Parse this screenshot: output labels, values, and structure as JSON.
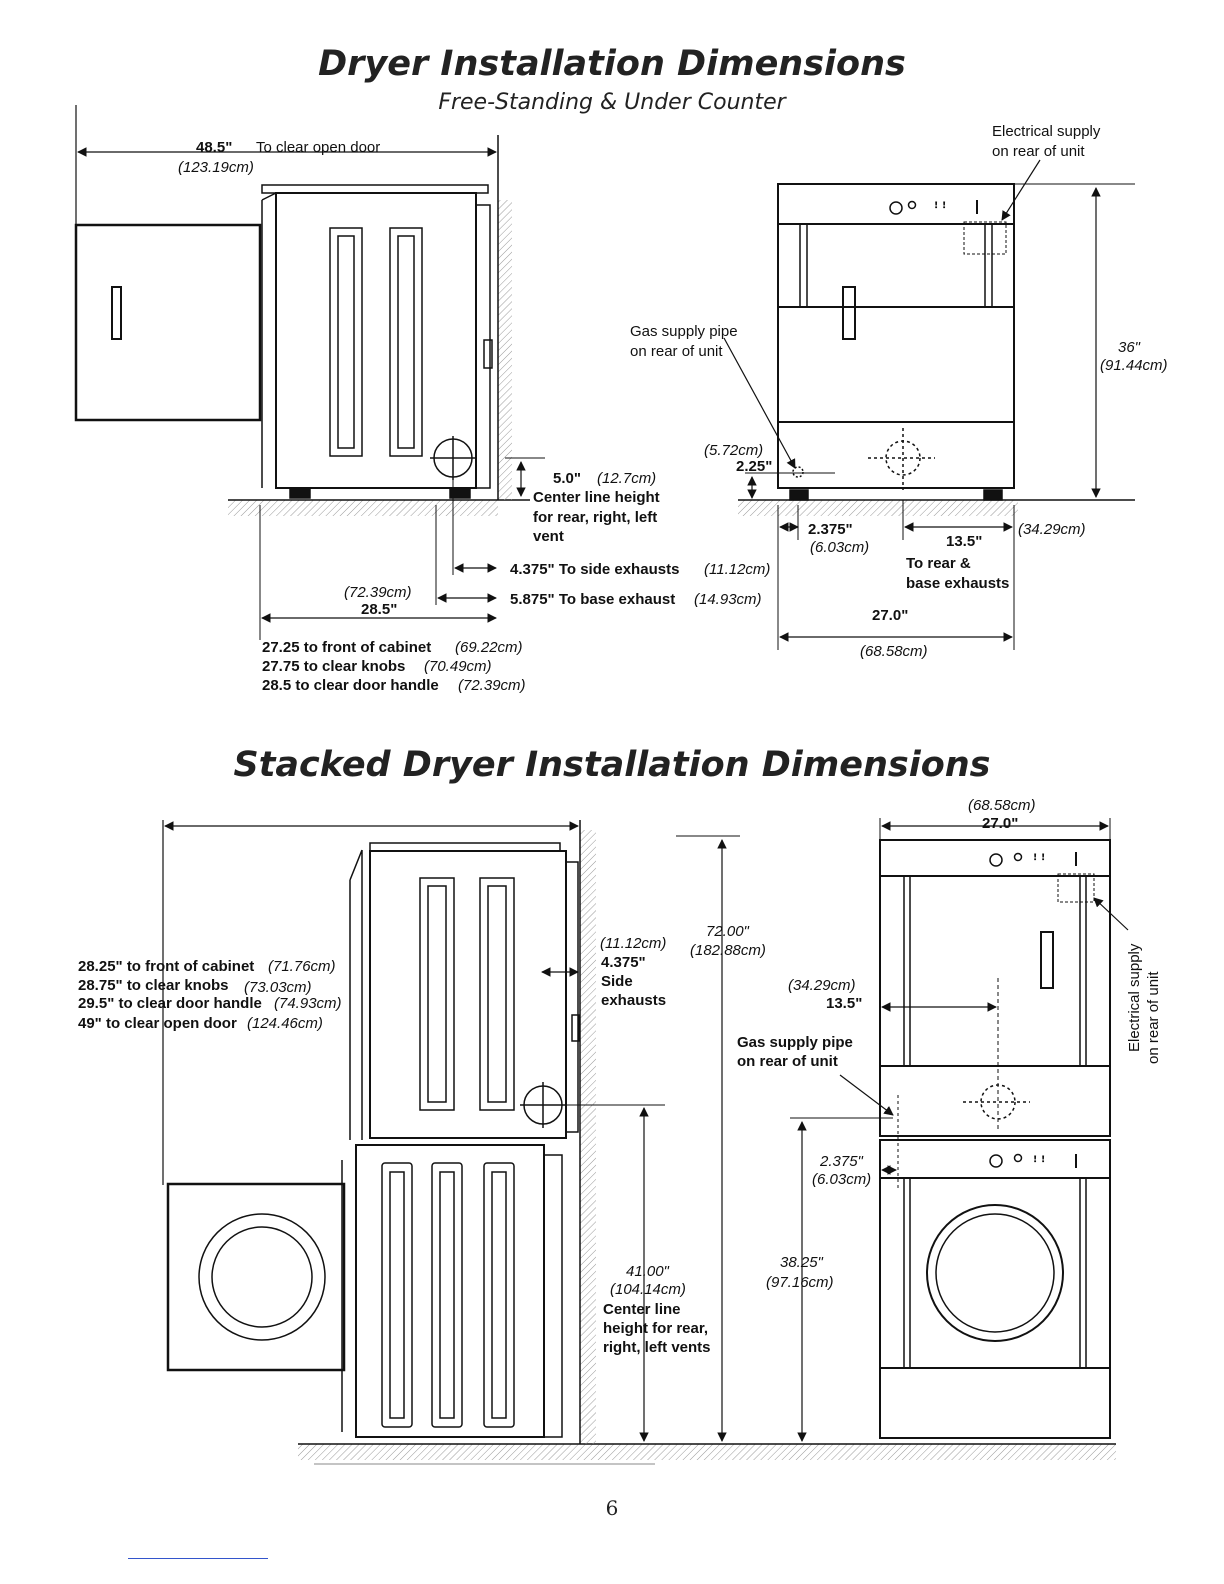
{
  "page": {
    "title1": "Dryer Installation Dimensions",
    "subtitle1": "Free-Standing & Under Counter",
    "title2": "Stacked Dryer Installation Dimensions",
    "page_number": "6"
  },
  "freestanding_side": {
    "open_door_in": "48.5\"",
    "open_door_text": "To clear open door",
    "open_door_cm": "(123.19cm)",
    "vent_height_in": "5.0\"",
    "vent_height_cm": "(12.7cm)",
    "vent_note1": "Center line height",
    "vent_note2": "for rear, right, left",
    "vent_note3": "vent",
    "side_exhaust": "4.375\" To side exhausts",
    "side_exhaust_cm": "(11.12cm)",
    "base_exhaust": "5.875\" To base exhaust",
    "base_exhaust_cm": "(14.93cm)",
    "depth_cm": "(72.39cm)",
    "depth_in": "28.5\"",
    "notes": [
      {
        "text": "27.25 to front of cabinet",
        "cm": "(69.22cm)"
      },
      {
        "text": "27.75 to clear knobs",
        "cm": "(70.49cm)"
      },
      {
        "text": "28.5 to clear door handle",
        "cm": "(72.39cm)"
      }
    ]
  },
  "freestanding_front": {
    "elec1": "Electrical supply",
    "elec2": "on rear of unit",
    "gas1": "Gas supply pipe",
    "gas2": "on rear of unit",
    "height_in": "36\"",
    "height_cm": "(91.44cm)",
    "gas_h_cm": "(5.72cm)",
    "gas_h_in": "2.25\"",
    "gas_side_in": "2.375\"",
    "gas_side_cm": "(6.03cm)",
    "rear_in": "13.5\"",
    "rear_cm": "(34.29cm)",
    "rear_note1": "To rear &",
    "rear_note2": "base exhausts",
    "width_in": "27.0\"",
    "width_cm": "(68.58cm)"
  },
  "stacked_side": {
    "notes": [
      {
        "text": "28.25\" to front of cabinet",
        "cm": "(71.76cm)"
      },
      {
        "text": "28.75\" to clear knobs",
        "cm": "(73.03cm)"
      },
      {
        "text": "29.5\" to clear door handle",
        "cm": "(74.93cm)"
      },
      {
        "text": "49\" to clear open door",
        "cm": "(124.46cm)"
      }
    ],
    "side_cm": "(11.12cm)",
    "side_in": "4.375\"",
    "side_t1": "Side",
    "side_t2": "exhausts",
    "total_in": "72.00\"",
    "total_cm": "(182.88cm)",
    "vent_in": "41.00\"",
    "vent_cm": "(104.14cm)",
    "vent_n1": "Center line",
    "vent_n2": "height for rear,",
    "vent_n3": "right, left vents"
  },
  "stacked_front": {
    "width_cm": "(68.58cm)",
    "width_in": "27.0\"",
    "rear_cm": "(34.29cm)",
    "rear_in": "13.5\"",
    "gas1": "Gas supply pipe",
    "gas2": "on rear of unit",
    "gas_side_in": "2.375\"",
    "gas_side_cm": "(6.03cm)",
    "gas_h_in": "38.25\"",
    "gas_h_cm": "(97.16cm)",
    "elec1": "Electrical supply",
    "elec2": "on rear of unit"
  }
}
